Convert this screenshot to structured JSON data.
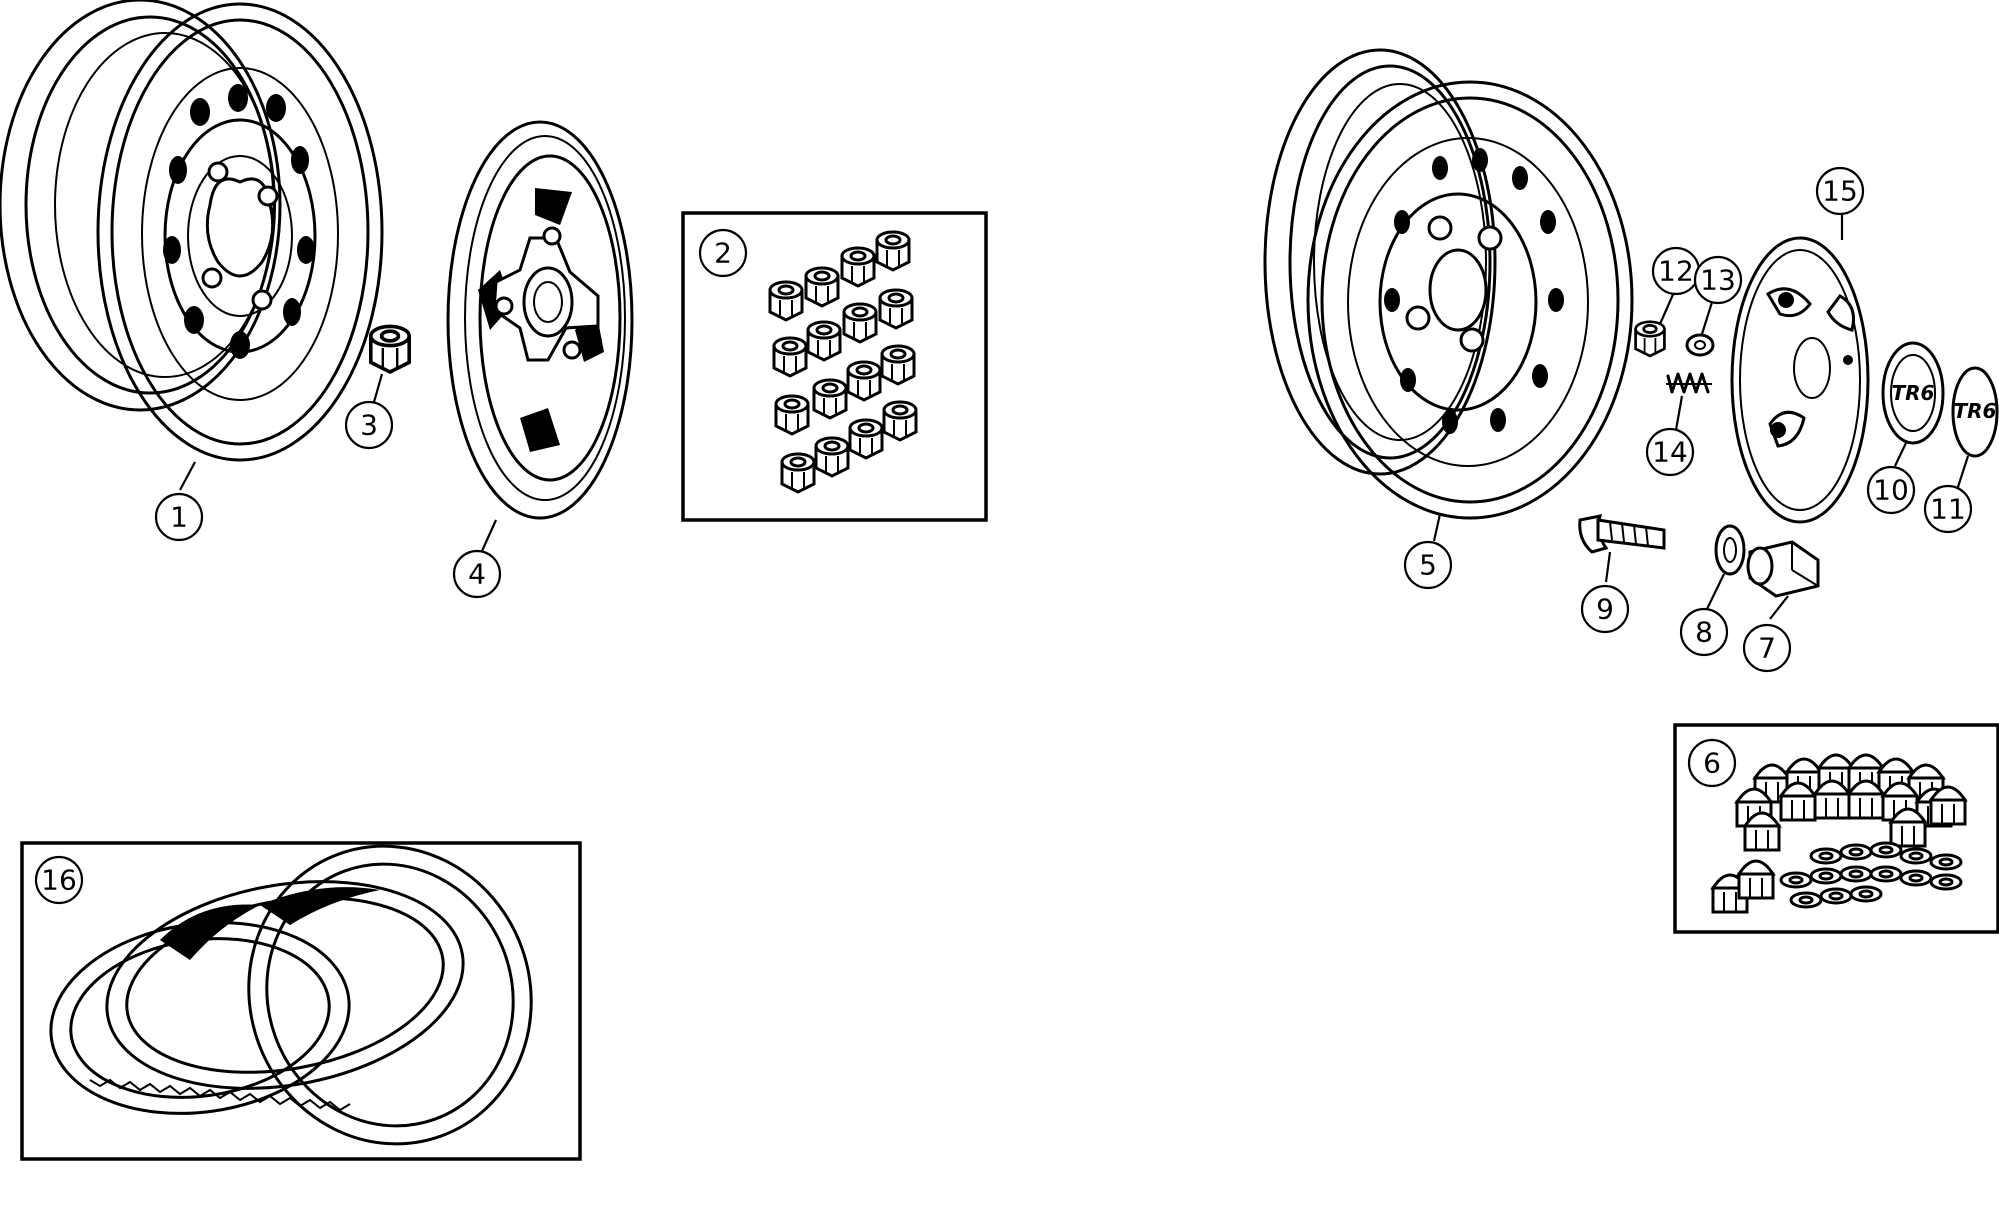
{
  "callouts": [
    "1",
    "2",
    "3",
    "4",
    "5",
    "6",
    "7",
    "8",
    "9",
    "10",
    "11",
    "12",
    "13",
    "14",
    "15",
    "16"
  ],
  "logo_text": "TR6",
  "colors": {
    "line": "#000000",
    "background": "#ffffff"
  }
}
